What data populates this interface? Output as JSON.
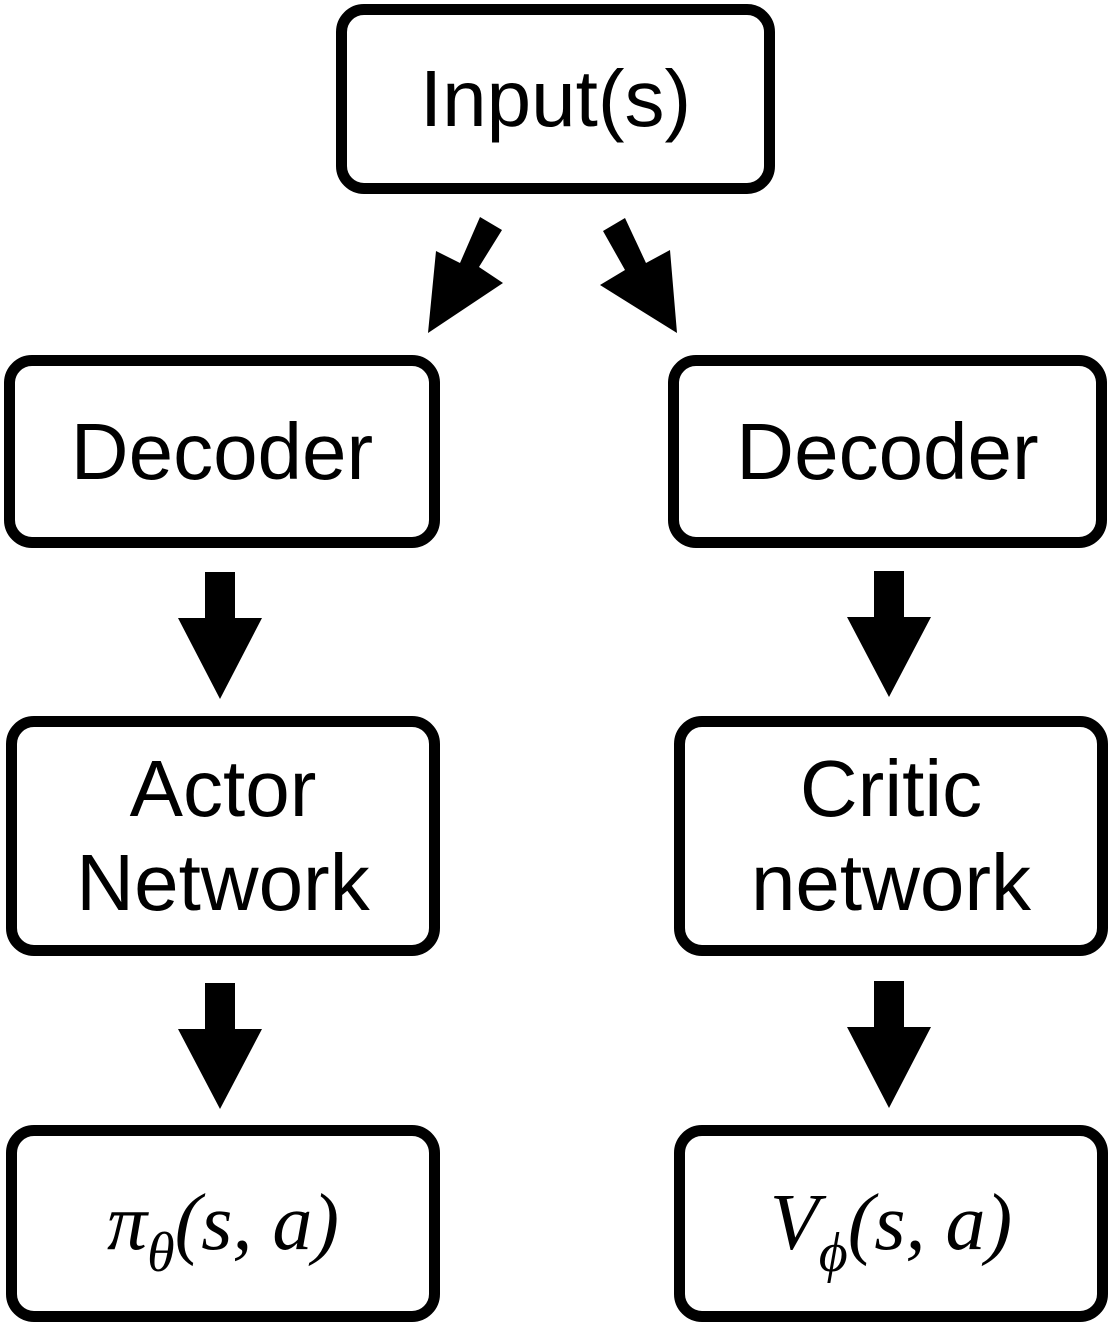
{
  "nodes": {
    "input": "Input(s)",
    "decoder_left": "Decoder",
    "decoder_right": "Decoder",
    "actor": "Actor\nNetwork",
    "critic": "Critic\nnetwork",
    "policy_output": {
      "symbol": "π",
      "subscript": "θ",
      "args": "(s, a)"
    },
    "value_output": {
      "symbol": "V",
      "subscript": "ϕ",
      "args": "(s, a)"
    }
  },
  "edges": [
    {
      "from": "input",
      "to": "decoder_left"
    },
    {
      "from": "input",
      "to": "decoder_right"
    },
    {
      "from": "decoder_left",
      "to": "actor"
    },
    {
      "from": "decoder_right",
      "to": "critic"
    },
    {
      "from": "actor",
      "to": "policy_output"
    },
    {
      "from": "critic",
      "to": "value_output"
    }
  ],
  "colors": {
    "stroke": "#000000",
    "fill": "#ffffff"
  }
}
